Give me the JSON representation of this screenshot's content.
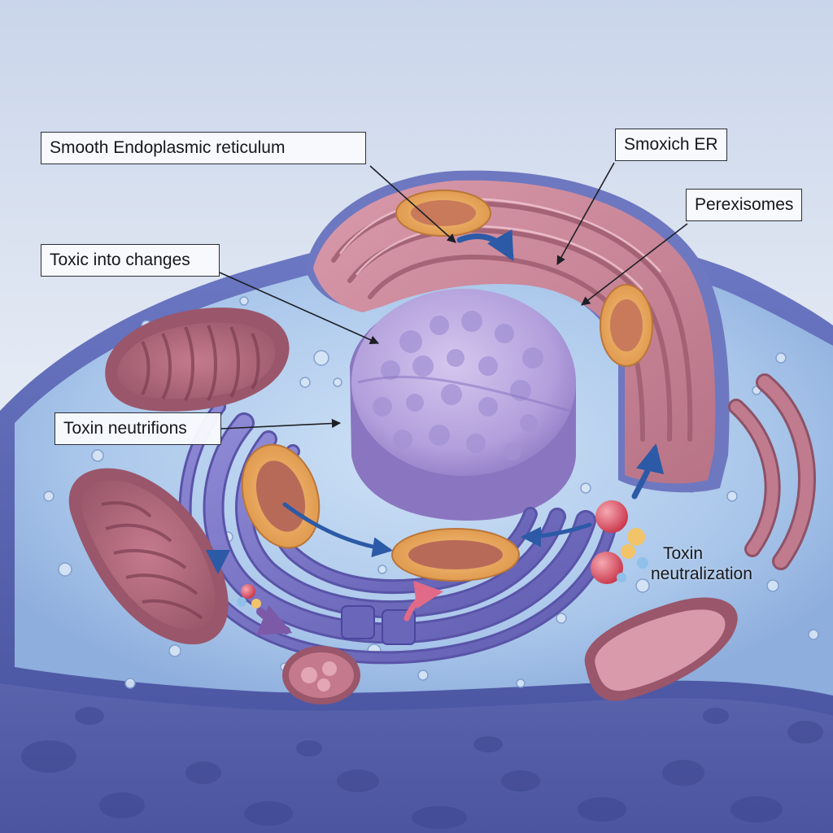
{
  "labels": {
    "smooth_er": "Smooth Endoplasmic reticulum",
    "smoxich_er": "Smoxich ER",
    "perexisomes": "Perexisomes",
    "toxic_changes": "Toxic into changes",
    "toxin_neutrifions": "Toxin neutrifions",
    "toxin_neutralization_line1": "Toxin",
    "toxin_neutralization_line2": "neutralization"
  },
  "colors": {
    "background_top": "#cdd8ec",
    "background_bottom": "#eef2f8",
    "cell_membrane": "#5a66b4",
    "cytoplasm": "#aecbec",
    "nucleus": "#b8a6dc",
    "golgi": "#cb8799",
    "rough_er": "#7c78c8",
    "mitochondria": "#b06c7e",
    "peroxisome": "#e9a55d",
    "arrow_blue": "#2c5aa6",
    "arrow_pink": "#e06a88",
    "arrow_purple": "#7d5aa8",
    "toxin_red": "#d8485a"
  }
}
